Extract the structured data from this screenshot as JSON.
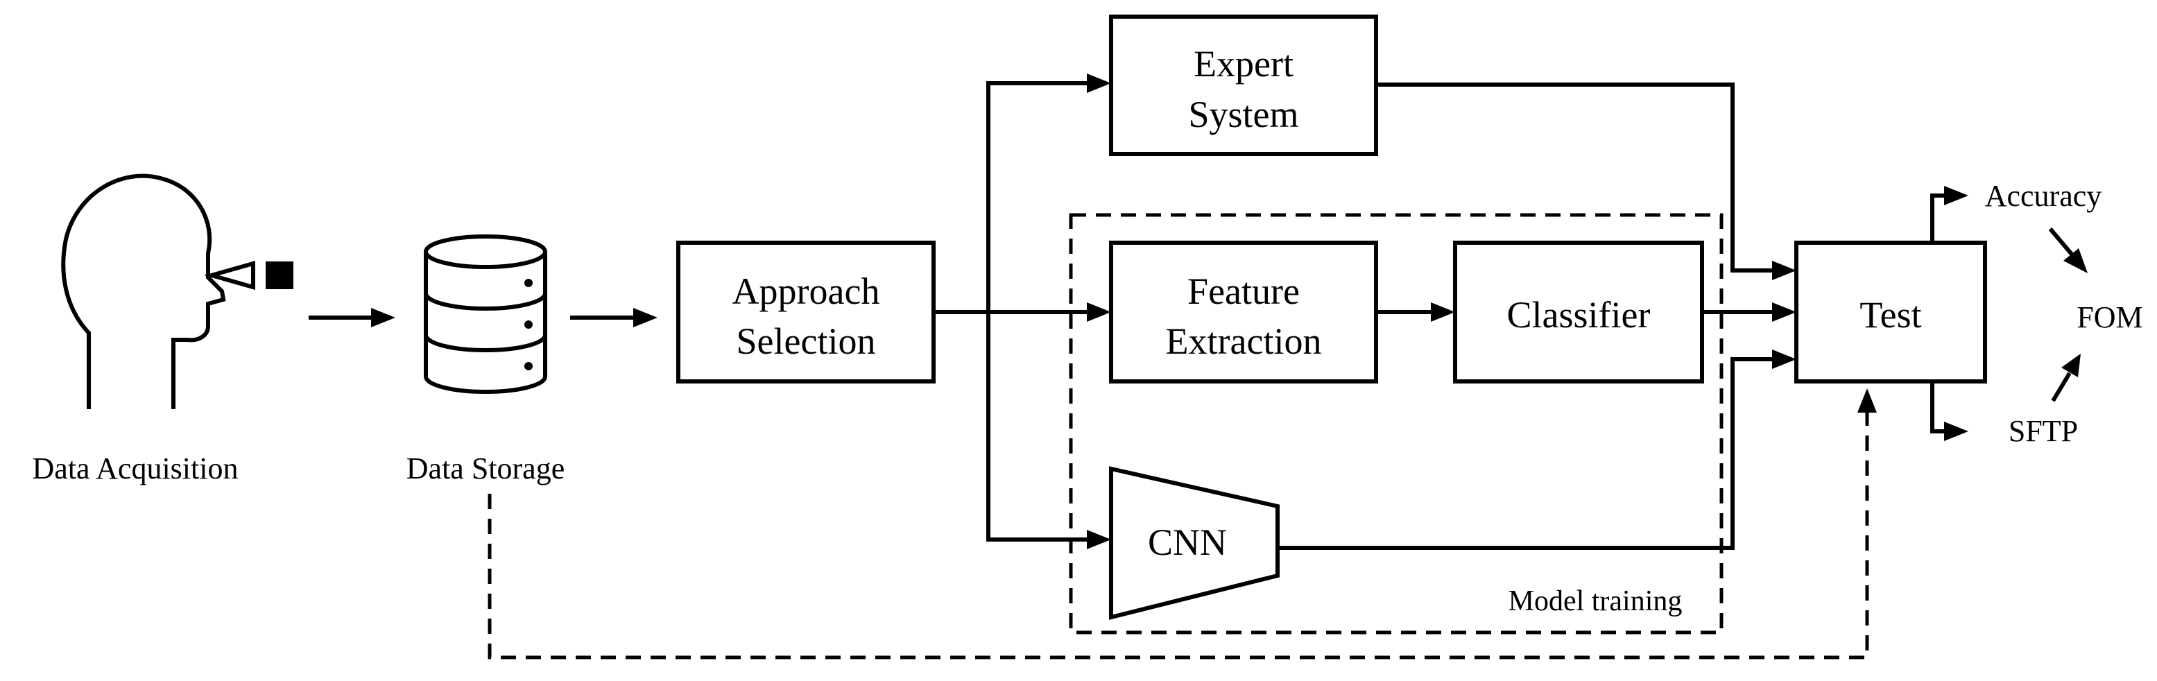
{
  "nodes": {
    "data_acquisition": "Data Acquisition",
    "data_storage": "Data Storage",
    "approach_selection": [
      "Approach",
      "Selection"
    ],
    "expert_system": [
      "Expert",
      "System"
    ],
    "feature_extraction": [
      "Feature",
      "Extraction"
    ],
    "classifier": "Classifier",
    "cnn": "CNN",
    "test": "Test",
    "accuracy": "Accuracy",
    "sftp": "SFTP",
    "fom": "FOM"
  },
  "groups": {
    "model_training": "Model training"
  },
  "icons": {
    "person": "person-head-with-eye-icon",
    "database": "database-icon"
  },
  "colors": {
    "stroke": "#000000",
    "background": "#ffffff"
  }
}
